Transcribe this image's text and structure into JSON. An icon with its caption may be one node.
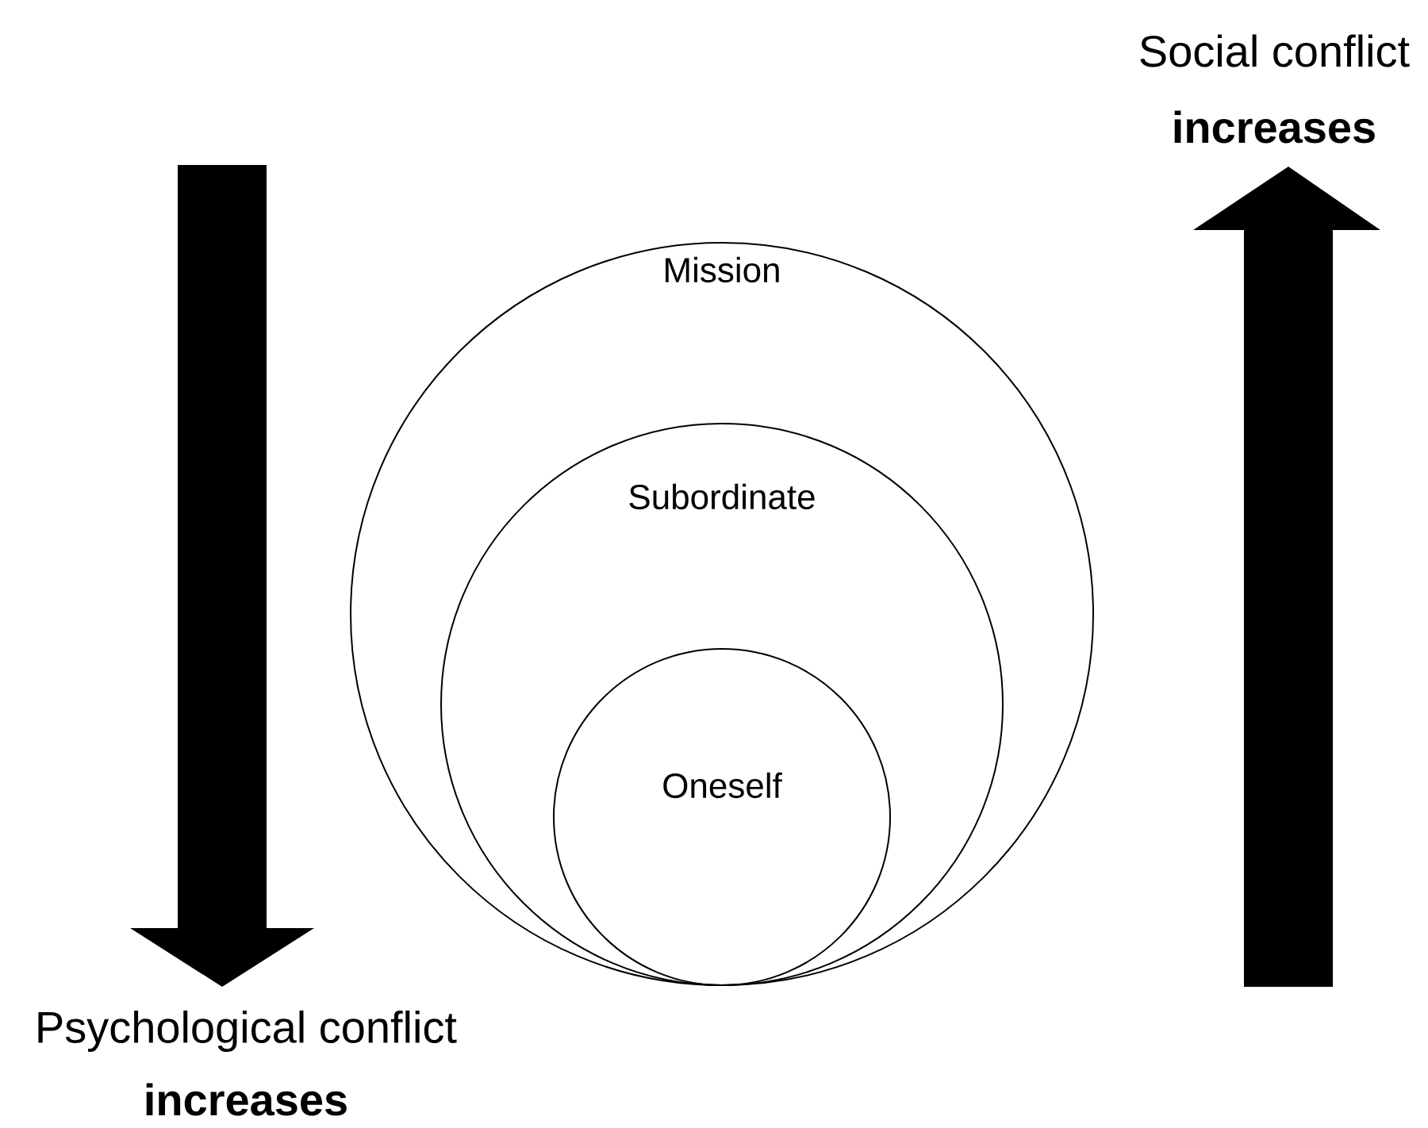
{
  "diagram": {
    "nodes": [
      {
        "text": [
          "Mission"
        ]
      },
      {
        "text": [
          "Subordinate"
        ],
        "in": 0
      },
      {
        "text": [
          "Oneself"
        ],
        "in": 1
      }
    ],
    "labels": [
      "Social conflict",
      "increases",
      "Psychological conflict",
      "increases"
    ]
  }
}
